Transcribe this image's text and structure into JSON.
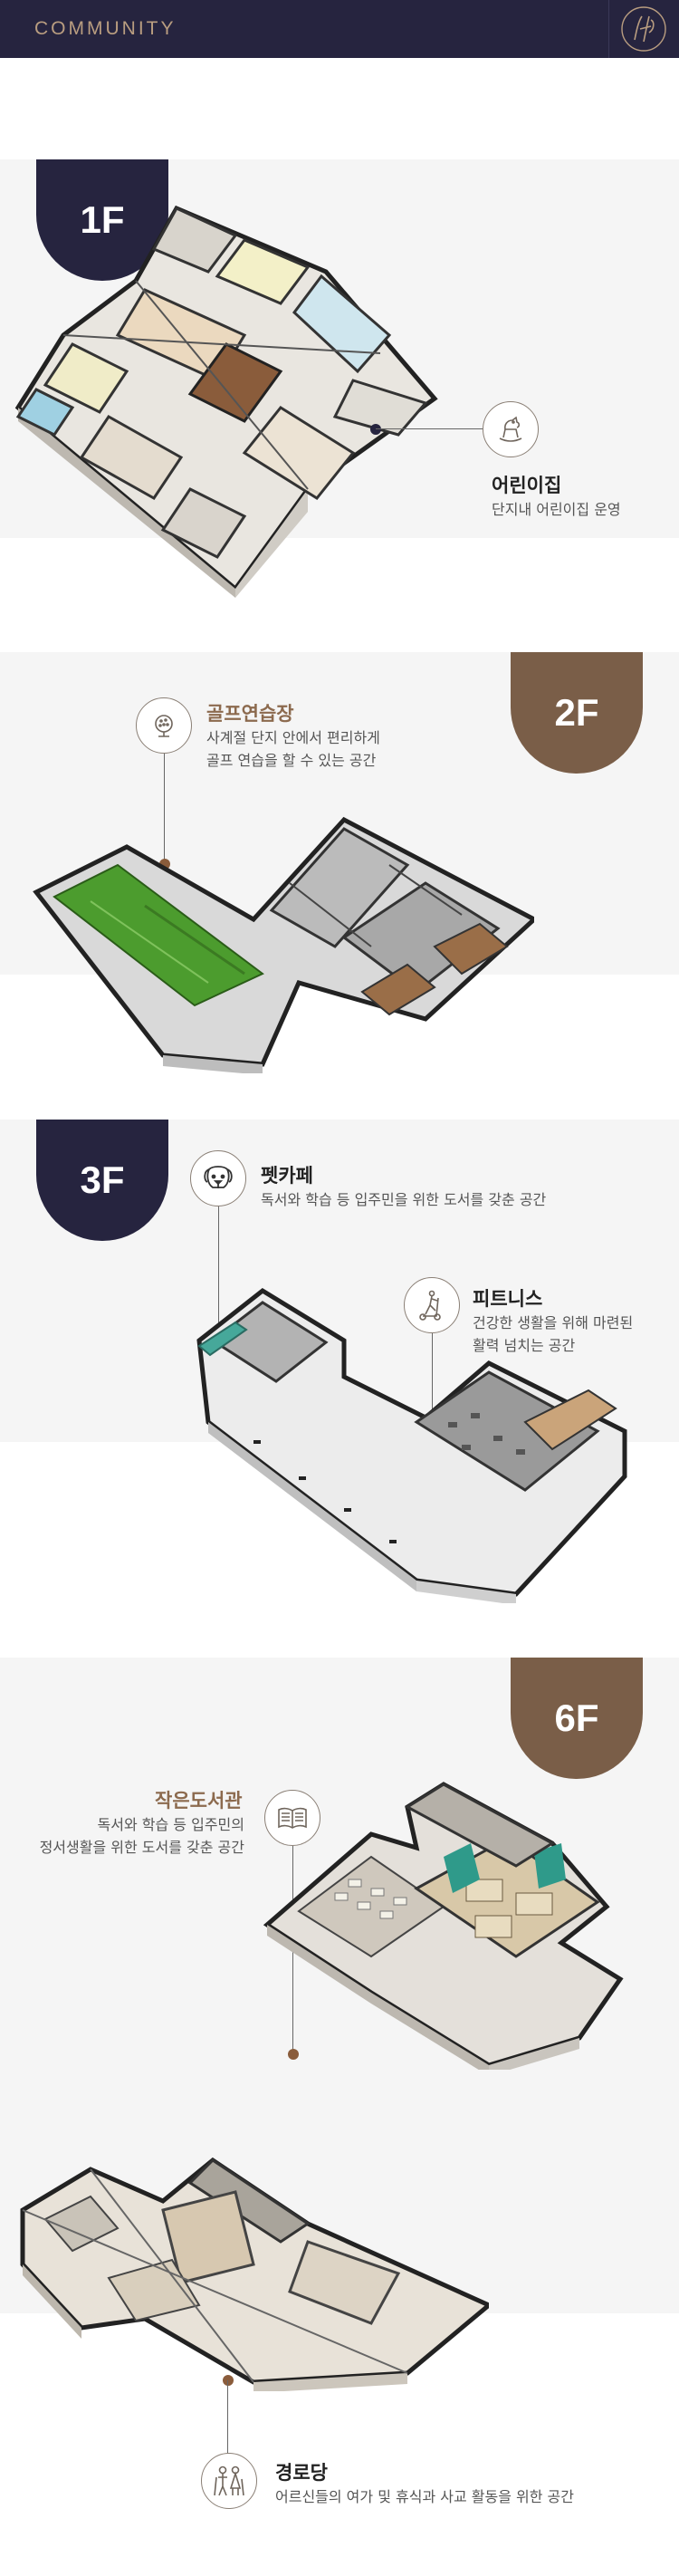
{
  "header": {
    "title": "COMMUNITY",
    "logo_icon": "monogram-logo-icon"
  },
  "colors": {
    "navy": "#26243f",
    "brown": "#7a5e48",
    "accent_text": "#8c6a4e",
    "band": "#f5f5f5",
    "green": "#4c9c2e"
  },
  "floors": [
    {
      "label": "1F",
      "features": [
        {
          "title": "어린이집",
          "desc": [
            "단지내 어린이집 운영"
          ],
          "icon": "rocking-horse-icon"
        }
      ]
    },
    {
      "label": "2F",
      "features": [
        {
          "title": "골프연습장",
          "desc": [
            "사계절 단지 안에서 편리하게",
            "골프 연습을 할 수 있는 공간"
          ],
          "icon": "golf-ball-icon"
        }
      ]
    },
    {
      "label": "3F",
      "features": [
        {
          "title": "펫카페",
          "desc": [
            "독서와 학습 등 입주민을 위한 도서를 갖춘 공간"
          ],
          "icon": "dog-icon"
        },
        {
          "title": "피트니스",
          "desc": [
            "건강한 생활을 위해 마련된",
            "활력 넘치는 공간"
          ],
          "icon": "scooter-icon"
        }
      ]
    },
    {
      "label": "6F",
      "features": [
        {
          "title": "작은도서관",
          "desc": [
            "독서와 학습 등 입주민의",
            "정서생활을 위한 도서를 갖춘 공간"
          ],
          "icon": "open-book-icon"
        },
        {
          "title": "경로당",
          "desc": [
            "어르신들의 여가 및 휴식과 사교 활동을 위한 공간"
          ],
          "icon": "elderly-couple-icon"
        }
      ]
    }
  ]
}
